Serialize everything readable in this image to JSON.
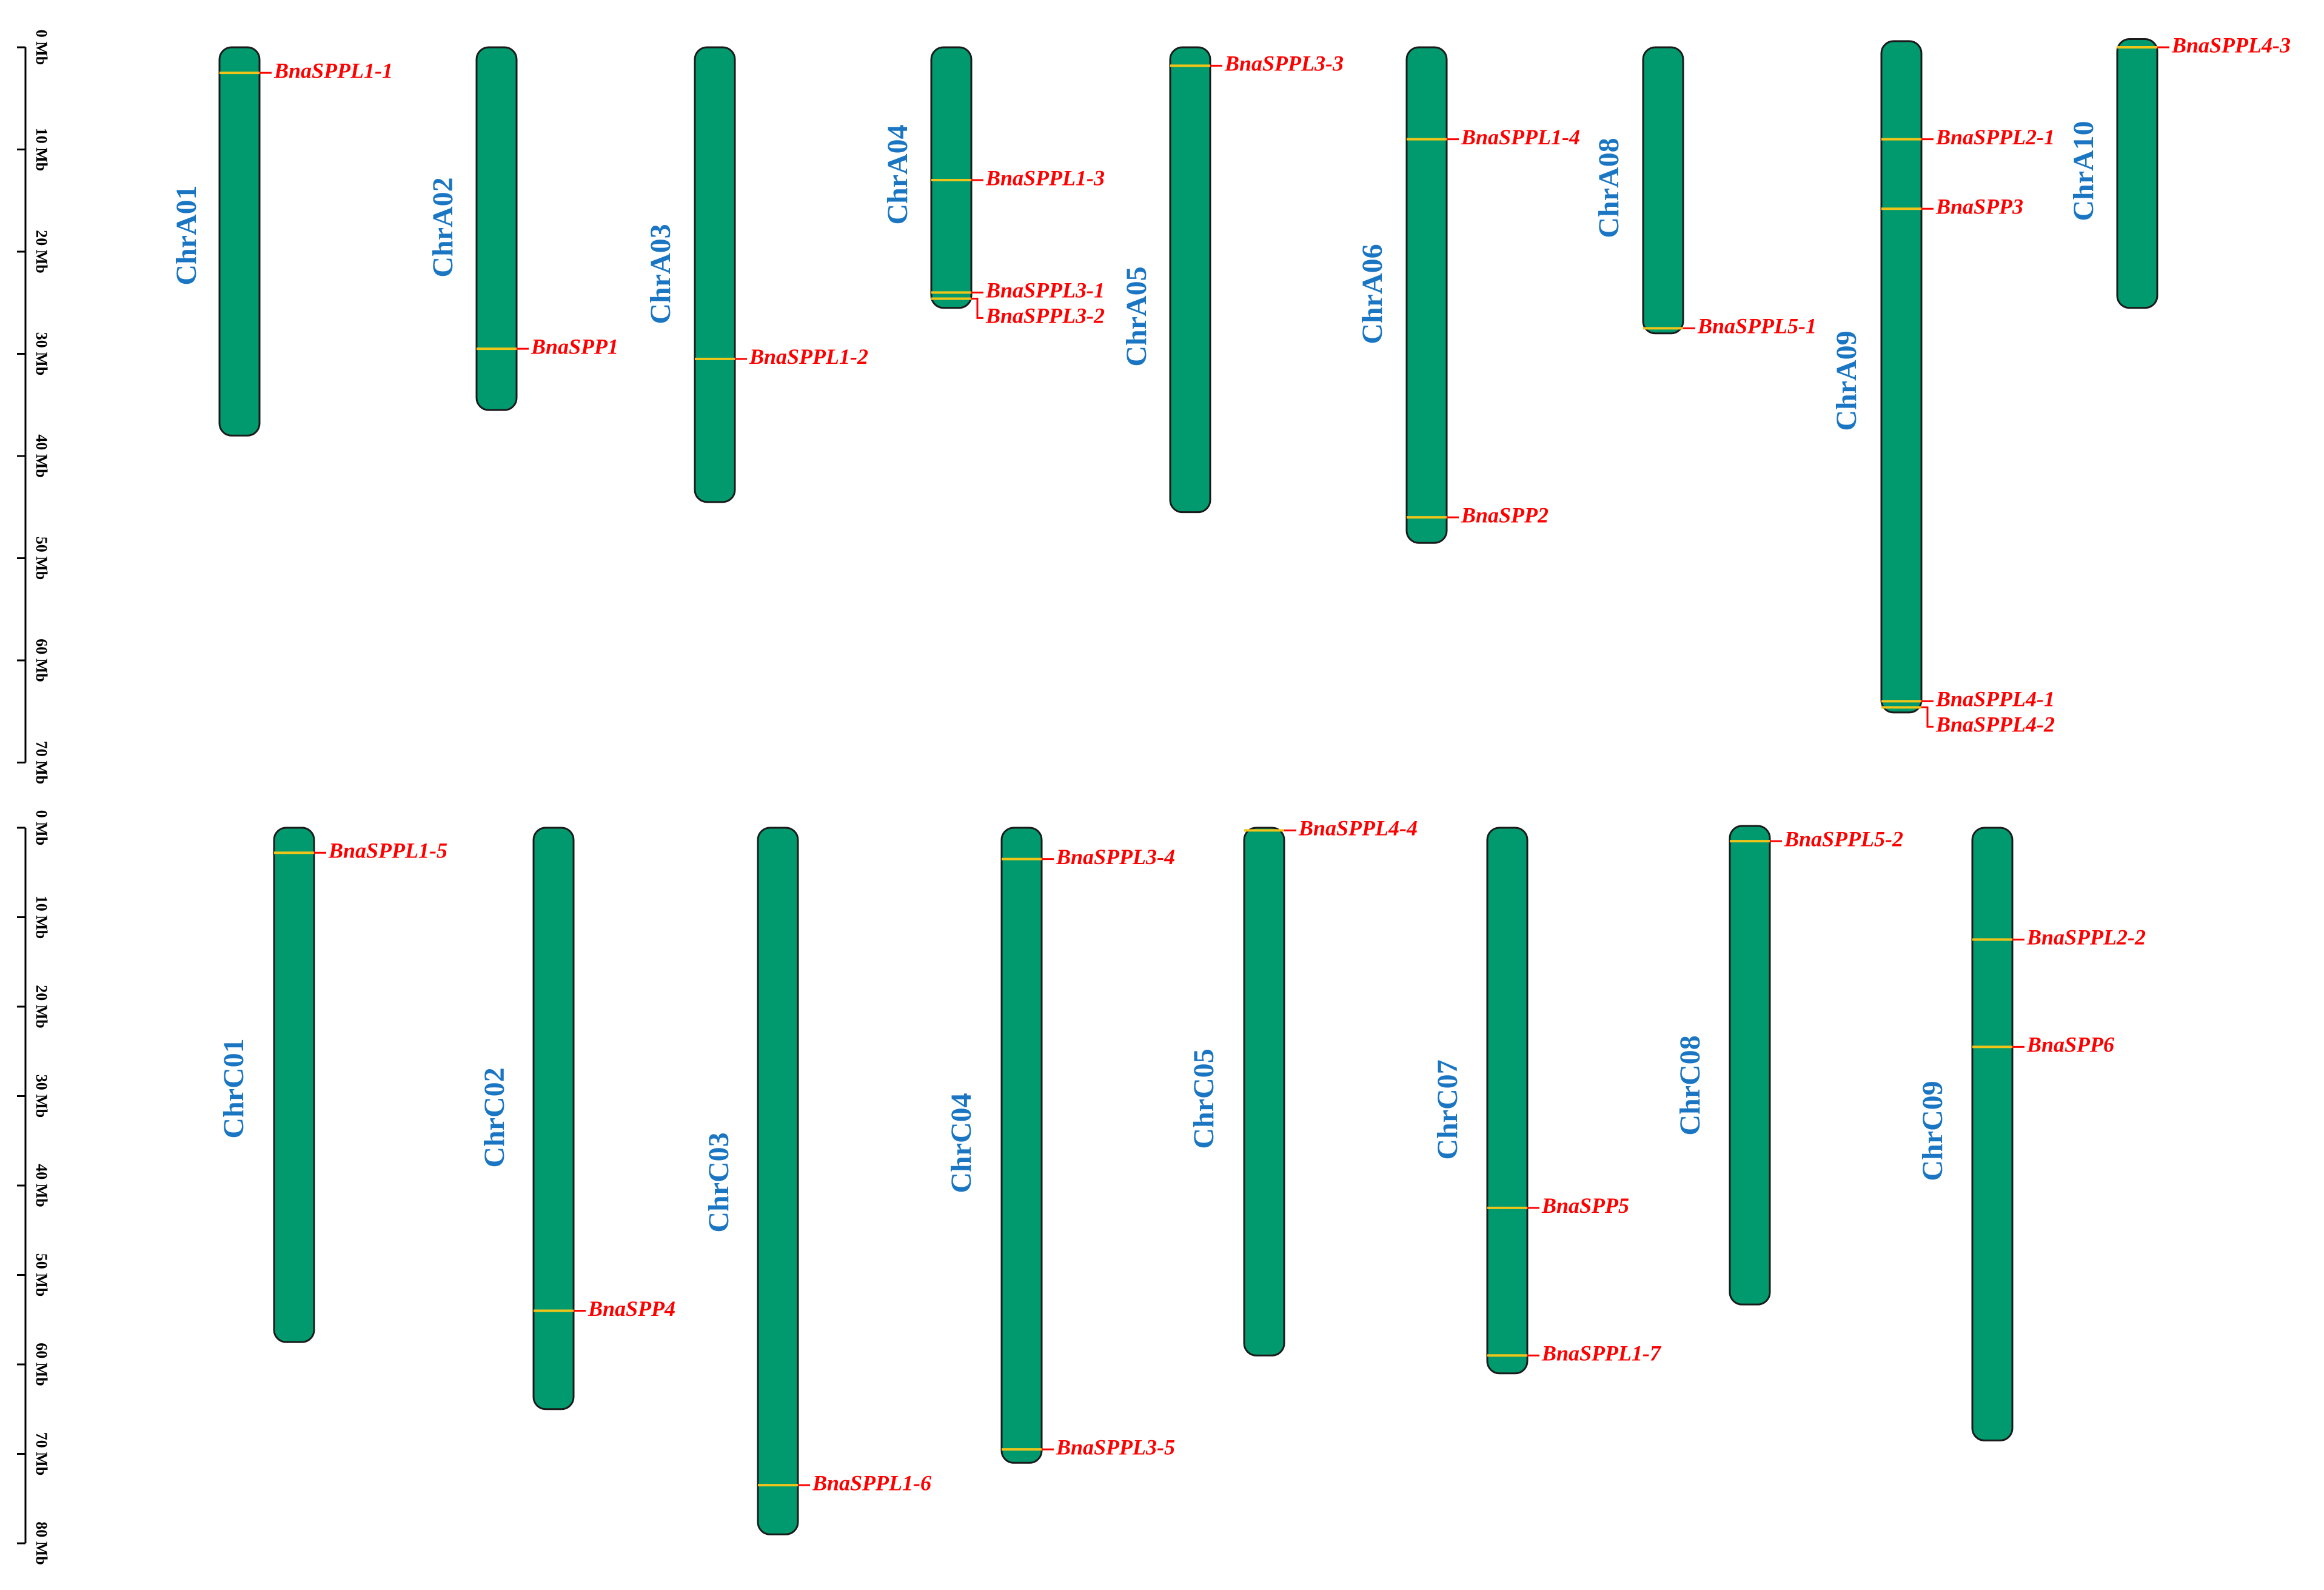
{
  "colors": {
    "chromosome_fill": "#009a6e",
    "chromosome_stroke": "#1a1a1a",
    "gene_marker": "#f0c419",
    "gene_label": "#ff0000",
    "chromosome_label": "#1a76c2",
    "axis": "#000000"
  },
  "axes": {
    "top": {
      "ticks": [
        "0 Mb",
        "10 Mb",
        "20 Mb",
        "30 Mb",
        "40 Mb",
        "50 Mb",
        "60 Mb",
        "70 Mb"
      ],
      "max_mb": 70
    },
    "bottom": {
      "ticks": [
        "0 Mb",
        "10 Mb",
        "20 Mb",
        "30 Mb",
        "40 Mb",
        "50 Mb",
        "60 Mb",
        "70 Mb",
        "80 Mb"
      ],
      "max_mb": 80
    }
  },
  "chromosomes": [
    {
      "name": "ChrA01",
      "panel": "top",
      "start_mb": 0,
      "length_mb": 38.0,
      "genes": [
        {
          "name": "BnaSPPL1-1",
          "pos_mb": 2.5
        }
      ]
    },
    {
      "name": "ChrA02",
      "panel": "top",
      "start_mb": 0,
      "length_mb": 35.5,
      "genes": [
        {
          "name": "BnaSPP1",
          "pos_mb": 29.5
        }
      ]
    },
    {
      "name": "ChrA03",
      "panel": "top",
      "start_mb": 0,
      "length_mb": 44.5,
      "genes": [
        {
          "name": "BnaSPPL1-2",
          "pos_mb": 30.5
        }
      ]
    },
    {
      "name": "ChrA04",
      "panel": "top",
      "start_mb": 0,
      "length_mb": 25.5,
      "genes": [
        {
          "name": "BnaSPPL1-3",
          "pos_mb": 13.0
        },
        {
          "name": "BnaSPPL3-1",
          "pos_mb": 24.0
        },
        {
          "name": "BnaSPPL3-2",
          "pos_mb": 24.6
        }
      ]
    },
    {
      "name": "ChrA05",
      "panel": "top",
      "start_mb": 0,
      "length_mb": 45.5,
      "genes": [
        {
          "name": "BnaSPPL3-3",
          "pos_mb": 1.8
        }
      ]
    },
    {
      "name": "ChrA06",
      "panel": "top",
      "start_mb": 0,
      "length_mb": 48.5,
      "genes": [
        {
          "name": "BnaSPPL1-4",
          "pos_mb": 9.0
        },
        {
          "name": "BnaSPP2",
          "pos_mb": 46.0
        }
      ]
    },
    {
      "name": "ChrA08",
      "panel": "top",
      "start_mb": 0,
      "length_mb": 28.0,
      "genes": [
        {
          "name": "BnaSPPL5-1",
          "pos_mb": 27.5
        }
      ]
    },
    {
      "name": "ChrA09",
      "panel": "top",
      "start_mb": -0.6,
      "length_mb": 65.7,
      "genes": [
        {
          "name": "BnaSPPL2-1",
          "pos_mb": 9.0
        },
        {
          "name": "BnaSPP3",
          "pos_mb": 15.8
        },
        {
          "name": "BnaSPPL4-1",
          "pos_mb": 64.0
        },
        {
          "name": "BnaSPPL4-2",
          "pos_mb": 64.6
        }
      ]
    },
    {
      "name": "ChrA10",
      "panel": "top",
      "start_mb": -0.8,
      "length_mb": 26.3,
      "genes": [
        {
          "name": "BnaSPPL4-3",
          "pos_mb": 0.0
        }
      ]
    },
    {
      "name": "ChrC01",
      "panel": "bottom",
      "start_mb": 0,
      "length_mb": 57.5,
      "genes": [
        {
          "name": "BnaSPPL1-5",
          "pos_mb": 2.8
        }
      ]
    },
    {
      "name": "ChrC02",
      "panel": "bottom",
      "start_mb": 0,
      "length_mb": 65.0,
      "genes": [
        {
          "name": "BnaSPP4",
          "pos_mb": 54.0
        }
      ]
    },
    {
      "name": "ChrC03",
      "panel": "bottom",
      "start_mb": 0,
      "length_mb": 79.0,
      "genes": [
        {
          "name": "BnaSPPL1-6",
          "pos_mb": 73.5
        }
      ]
    },
    {
      "name": "ChrC04",
      "panel": "bottom",
      "start_mb": 0,
      "length_mb": 71.0,
      "genes": [
        {
          "name": "BnaSPPL3-4",
          "pos_mb": 3.5
        },
        {
          "name": "BnaSPPL3-5",
          "pos_mb": 69.5
        }
      ]
    },
    {
      "name": "ChrC05",
      "panel": "bottom",
      "start_mb": 0,
      "length_mb": 59.0,
      "genes": [
        {
          "name": "BnaSPPL4-4",
          "pos_mb": 0.3
        }
      ]
    },
    {
      "name": "ChrC07",
      "panel": "bottom",
      "start_mb": 0,
      "length_mb": 61.0,
      "genes": [
        {
          "name": "BnaSPP5",
          "pos_mb": 42.5
        },
        {
          "name": "BnaSPPL1-7",
          "pos_mb": 59.0
        }
      ]
    },
    {
      "name": "ChrC08",
      "panel": "bottom",
      "start_mb": -0.2,
      "length_mb": 53.5,
      "genes": [
        {
          "name": "BnaSPPL5-2",
          "pos_mb": 1.5
        }
      ]
    },
    {
      "name": "ChrC09",
      "panel": "bottom",
      "start_mb": 0,
      "length_mb": 68.5,
      "genes": [
        {
          "name": "BnaSPPL2-2",
          "pos_mb": 12.5
        },
        {
          "name": "BnaSPP6",
          "pos_mb": 24.5
        }
      ]
    }
  ]
}
